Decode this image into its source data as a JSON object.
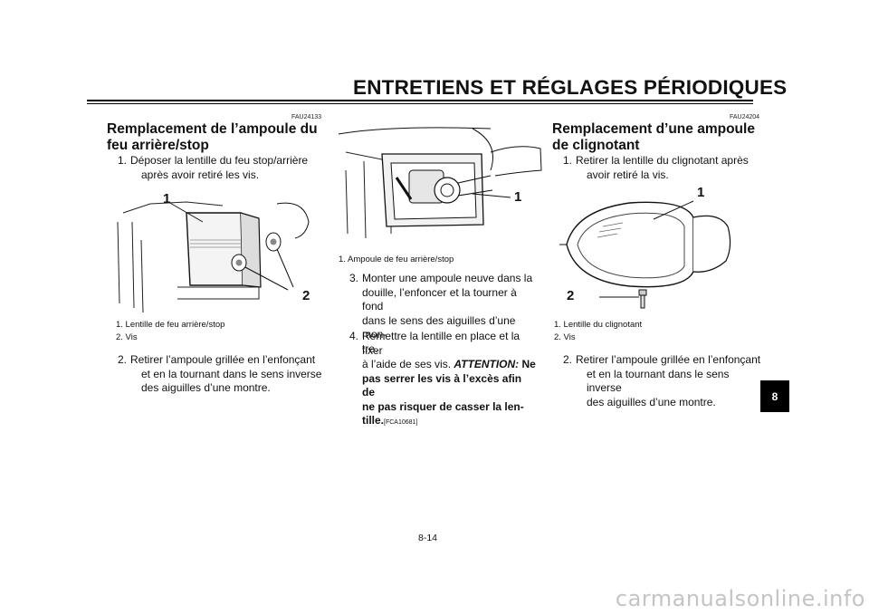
{
  "header": {
    "title": "ENTRETIENS ET RÉGLAGES PÉRIODIQUES"
  },
  "section1": {
    "code": "FAU24133",
    "title_line1": "Remplacement de l’ampoule du",
    "title_line2": "feu arrière/stop",
    "step1_num": "1.",
    "step1_line1": "Déposer la lentille du feu stop/arrière",
    "step1_line2": "après avoir retiré les vis.",
    "fig_label_1": "1",
    "fig_label_2": "2",
    "caption1": "1.  Lentille de feu arrière/stop",
    "caption2": "2.  Vis",
    "step2_num": "2.",
    "step2_line1": "Retirer l’ampoule grillée en l’enfonçant",
    "step2_line2": "et en la tournant dans le sens inverse",
    "step2_line3": "des aiguilles d’une montre."
  },
  "middle": {
    "fig_label_1": "1",
    "caption1": "1.  Ampoule de feu arrière/stop",
    "step3_num": "3.",
    "step3_line1": "Monter une ampoule neuve dans la",
    "step3_line2": "douille, l’enfoncer et la tourner à fond",
    "step3_line3": "dans le sens des aiguilles d’une mon-",
    "step3_line4": "tre.",
    "step4_num": "4.",
    "step4_line1": "Remettre la lentille en place et la fixer",
    "step4_line2a": "à l’aide de ses vis.",
    "step4_attention": "ATTENTION:",
    "step4_line2b": "Ne",
    "step4_line3": "pas serrer les vis à l’excès afin de",
    "step4_line4": "ne pas risquer de casser la len-",
    "step4_line5": "tille.",
    "step4_code": "[FCA10681]"
  },
  "section2": {
    "code": "FAU24204",
    "title_line1": "Remplacement d’une ampoule",
    "title_line2": "de clignotant",
    "step1_num": "1.",
    "step1_line1": "Retirer la lentille du clignotant après",
    "step1_line2": "avoir retiré la vis.",
    "fig_label_1": "1",
    "fig_label_2": "2",
    "caption1": "1.  Lentille du clignotant",
    "caption2": "2.  Vis",
    "step2_num": "2.",
    "step2_line1": "Retirer l’ampoule grillée en l’enfonçant",
    "step2_line2": "et en la tournant dans le sens inverse",
    "step2_line3": "des aiguilles d’une montre."
  },
  "tab": {
    "label": "8"
  },
  "footer": {
    "page_number": "8-14",
    "watermark": "carmanualsonline.info"
  }
}
